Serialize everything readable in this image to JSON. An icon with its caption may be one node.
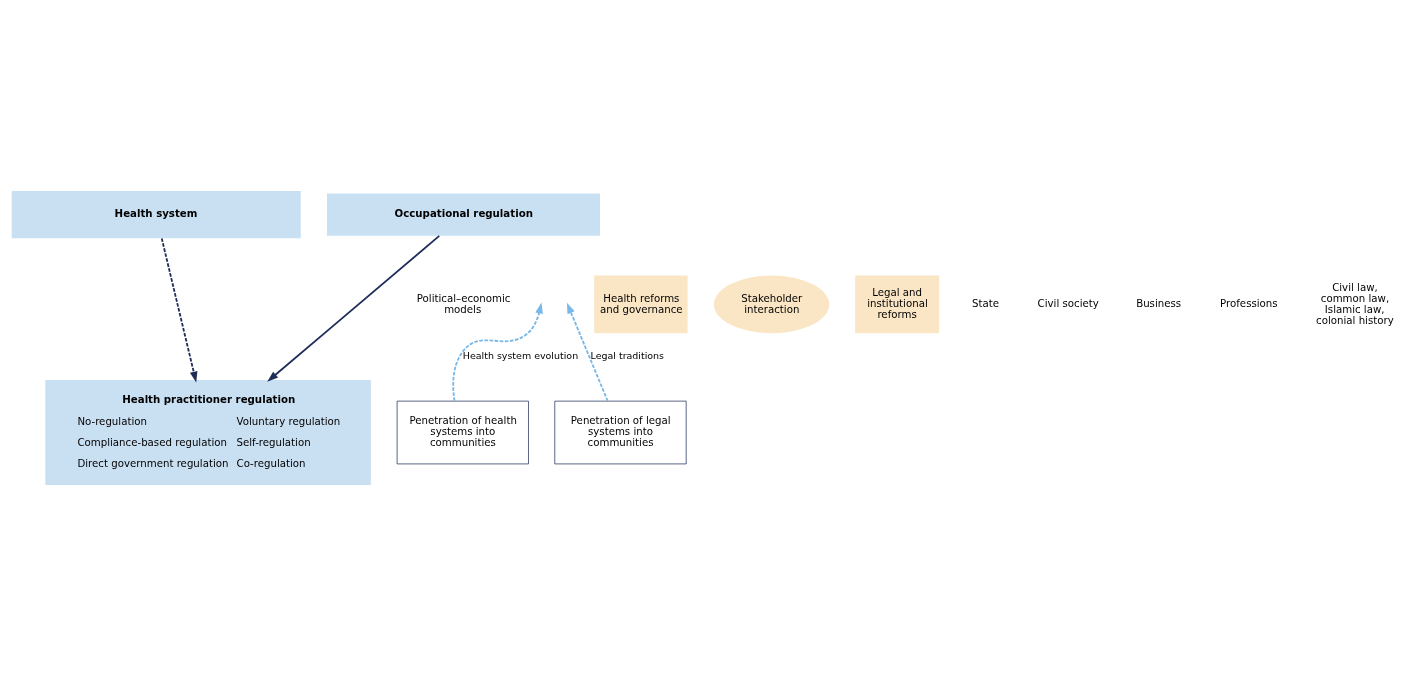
{
  "diagram": {
    "nodes": [
      {
        "text": [
          "Health system"
        ]
      },
      {
        "text": [
          "Occupational regulation"
        ]
      },
      {
        "text": [
          "Health reforms and governance"
        ]
      },
      {
        "text": [
          "Stakeholder interaction"
        ]
      },
      {
        "text": [
          "Legal and institutional reforms"
        ]
      },
      {
        "text": [
          "Health practitioner regulation",
          "No-regulation",
          "Compliance-based regulation",
          "Direct government regulation",
          "Voluntary regulation",
          "Self-regulation",
          "Co-regulation"
        ]
      },
      {
        "text": [
          "Penetration of health systems into communities"
        ]
      },
      {
        "text": [
          "Penetration of legal systems into communities"
        ]
      }
    ],
    "edges": [
      {
        "from": 0,
        "to": 5,
        "arrow": "to",
        "style": "dashed",
        "color": "#1f2d5a"
      },
      {
        "from": 1,
        "to": 5,
        "arrow": "to",
        "color": "#1f2d5a"
      },
      {
        "from": 6,
        "to": null,
        "arrow": "to",
        "label": "Health system evolution",
        "style": "dashed",
        "color": "#7ab8e8"
      },
      {
        "from": 7,
        "to": null,
        "arrow": "to",
        "label": "Legal traditions",
        "style": "dashed",
        "color": "#7ab8e8"
      }
    ],
    "labels": [
      "Political–economic models",
      "State",
      "Civil society",
      "Business",
      "Professions",
      "Civil law, common law, Islamic law, colonial history"
    ]
  }
}
